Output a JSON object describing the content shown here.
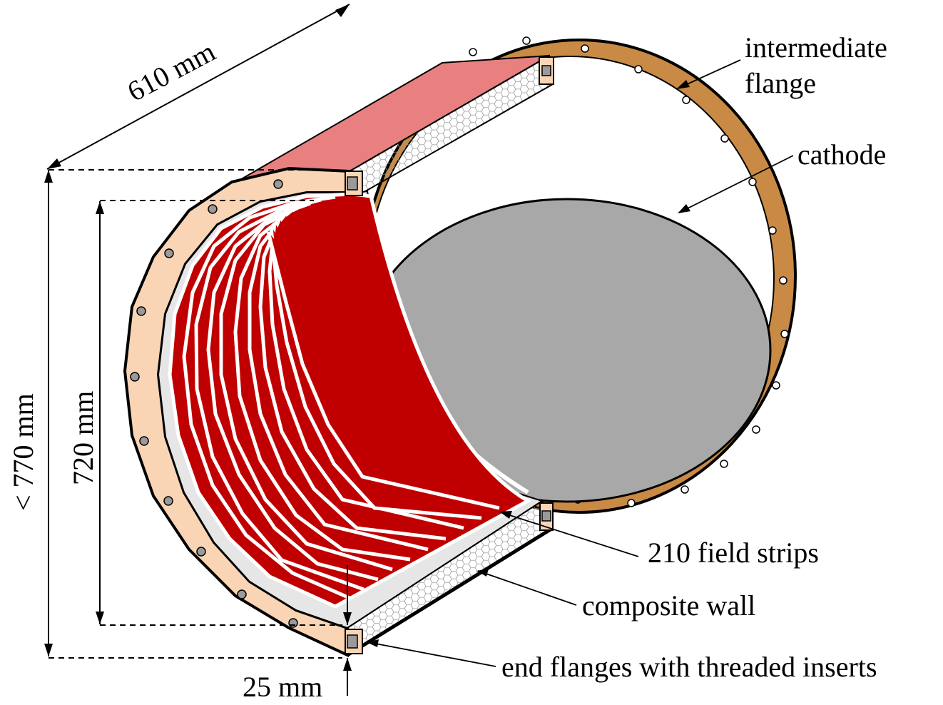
{
  "labels": {
    "length": "610 mm",
    "intermediate_flange_line1": "intermediate",
    "intermediate_flange_line2": "flange",
    "cathode": "cathode",
    "outer_height": "< 770 mm",
    "inner_height": "720 mm",
    "field_strips": "210 field strips",
    "composite_wall": "composite wall",
    "end_flanges": "end flanges with threaded inserts",
    "flange_width": "25 mm"
  },
  "colors": {
    "flange_copper": "#c98a45",
    "flange_light": "#f9d5b5",
    "strip_red": "#c00000",
    "strip_gap": "#ffffff",
    "cathode_gray": "#a8a8a8",
    "top_pink": "#e88080",
    "wall_light": "#e6e6e6",
    "honeycomb": "#eeeeee"
  }
}
